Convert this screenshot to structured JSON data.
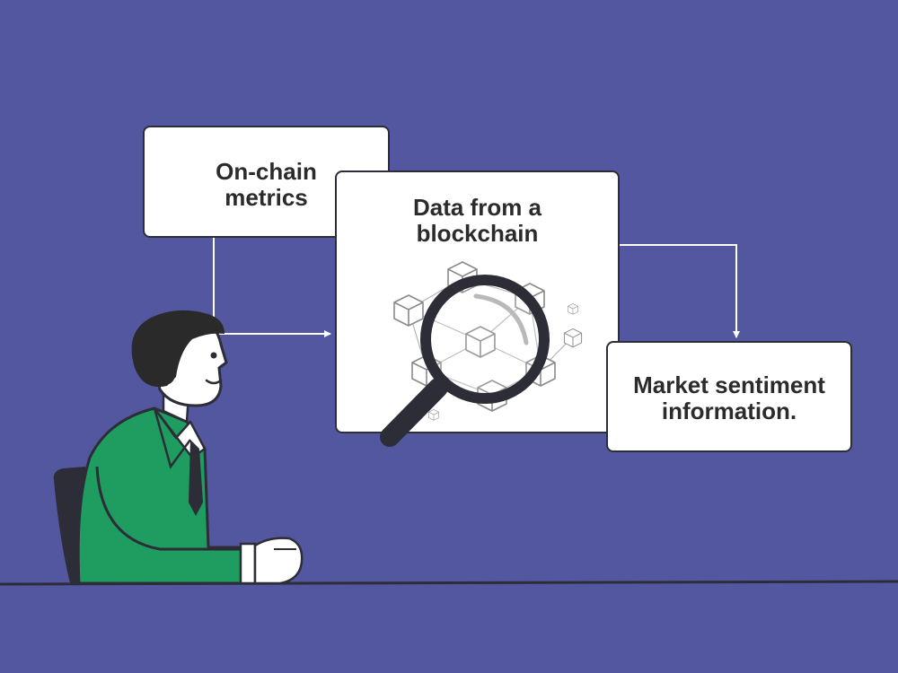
{
  "diagram": {
    "boxes": {
      "onchain_metrics": {
        "line1": "On-chain",
        "line2": "metrics"
      },
      "blockchain_data": {
        "line1": "Data from a",
        "line2": "blockchain"
      },
      "market_sentiment": {
        "line1": "Market sentiment",
        "line2": "information."
      }
    },
    "colors": {
      "background": "#5257a0",
      "box_fill": "#ffffff",
      "outline": "#2d2d38",
      "jacket": "#1f9d60",
      "hair": "#2a2a2a",
      "connector": "#ffffff"
    },
    "icons": [
      "magnifying-glass-icon",
      "blockchain-cube-icon",
      "analyst-person-illustration"
    ]
  }
}
